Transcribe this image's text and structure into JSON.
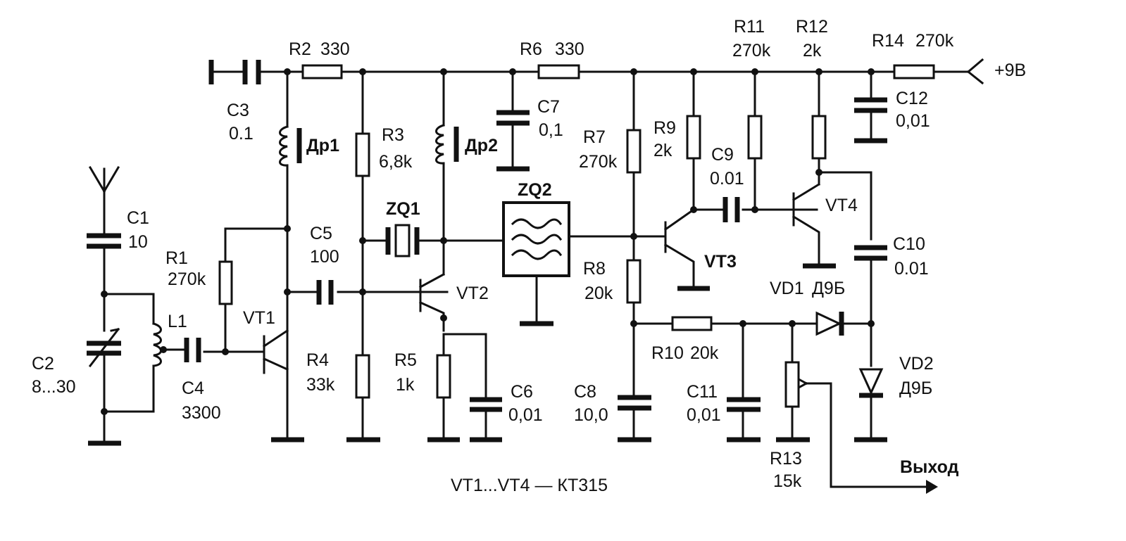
{
  "supply_label": "+9В",
  "output_label": "Выход",
  "footnote": "VT1...VT4 — КТ315",
  "components": {
    "c1": {
      "ref": "C1",
      "value": "10"
    },
    "c2": {
      "ref": "C2",
      "value": "8...30"
    },
    "c3": {
      "ref": "C3",
      "value": "0.1"
    },
    "c4": {
      "ref": "C4",
      "value": "3300"
    },
    "c5": {
      "ref": "C5",
      "value": "100"
    },
    "c6": {
      "ref": "C6",
      "value": "0,01"
    },
    "c7": {
      "ref": "C7",
      "value": "0,1"
    },
    "c8": {
      "ref": "C8",
      "value": "10,0"
    },
    "c9": {
      "ref": "C9",
      "value": "0.01"
    },
    "c10": {
      "ref": "C10",
      "value": "0.01"
    },
    "c11": {
      "ref": "C11",
      "value": "0,01"
    },
    "c12": {
      "ref": "C12",
      "value": "0,01"
    },
    "r1": {
      "ref": "R1",
      "value": "270k"
    },
    "r2": {
      "ref": "R2",
      "value": "330"
    },
    "r3": {
      "ref": "R3",
      "value": "6,8k"
    },
    "r4": {
      "ref": "R4",
      "value": "33k"
    },
    "r5": {
      "ref": "R5",
      "value": "1k"
    },
    "r6": {
      "ref": "R6",
      "value": "330"
    },
    "r7": {
      "ref": "R7",
      "value": "270k"
    },
    "r8": {
      "ref": "R8",
      "value": "20k"
    },
    "r9": {
      "ref": "R9",
      "value": "2k"
    },
    "r10": {
      "ref": "R10",
      "value": "20k"
    },
    "r11": {
      "ref": "R11",
      "value": "270k"
    },
    "r12": {
      "ref": "R12",
      "value": "2k"
    },
    "r13": {
      "ref": "R13",
      "value": "15k"
    },
    "r14": {
      "ref": "R14",
      "value": "270k"
    },
    "l1": {
      "ref": "L1"
    },
    "dr1": {
      "ref": "Др1"
    },
    "dr2": {
      "ref": "Др2"
    },
    "zq1": {
      "ref": "ZQ1"
    },
    "zq2": {
      "ref": "ZQ2"
    },
    "vt1": {
      "ref": "VT1"
    },
    "vt2": {
      "ref": "VT2"
    },
    "vt3": {
      "ref": "VT3"
    },
    "vt4": {
      "ref": "VT4"
    },
    "vd1": {
      "ref": "VD1",
      "value": "Д9Б"
    },
    "vd2": {
      "ref": "VD2",
      "value": "Д9Б"
    }
  }
}
